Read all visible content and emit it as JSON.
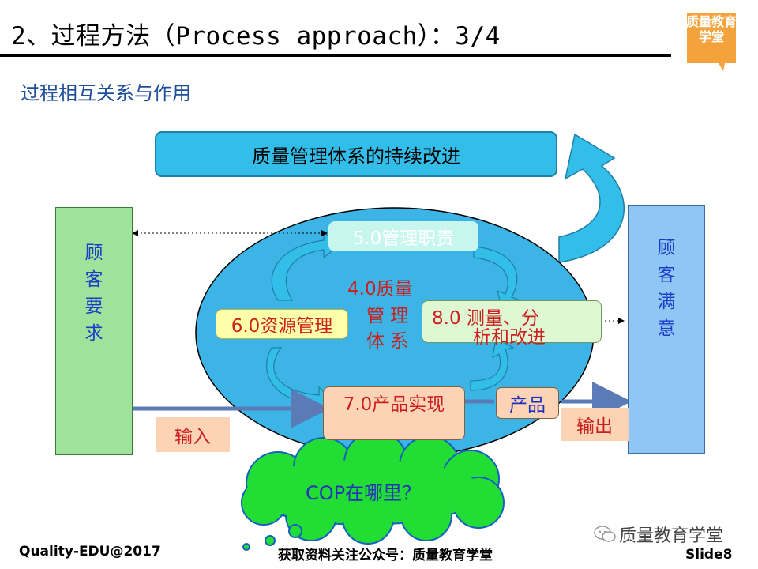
{
  "slide": {
    "title": "2、过程方法（Process approach）：3/4",
    "subtitle": "过程相互关系与作用",
    "logo_text": "质量教育学堂",
    "colors": {
      "title_text": "#000000",
      "subtitle_text": "#1f4e9b",
      "banner_fill": "#33bde9",
      "side_fill": "#9fe29b",
      "ellipse_fill": "#3cb4e6",
      "cloud_fill": "#22dd33",
      "accent_red": "#cc1f1f",
      "accent_blue": "#1c2fc0",
      "logo_orange": "#f4a23c"
    }
  },
  "diagram": {
    "banner": "质量管理体系的持续改进",
    "left_column": [
      "顾",
      "客",
      "要",
      "求"
    ],
    "right_column": [
      "顾",
      "客",
      "满",
      "意"
    ],
    "center": [
      "4.0质量",
      "管 理",
      "体 系"
    ],
    "processes": {
      "p50": "5.0管理职责",
      "p60": "6.0资源管理",
      "p80_line1": "8.0 测量、分",
      "p80_line2": "析和改进",
      "p70": "7.0产品实现",
      "product": "产品"
    },
    "input_label": "输入",
    "output_label": "输出",
    "cloud_question": "COP在哪里？"
  },
  "footer": {
    "left": "Quality-EDU@2017",
    "center": "获取资料关注公众号：质量教育学堂",
    "wechat": "质量教育学堂",
    "right": "Slide8"
  }
}
